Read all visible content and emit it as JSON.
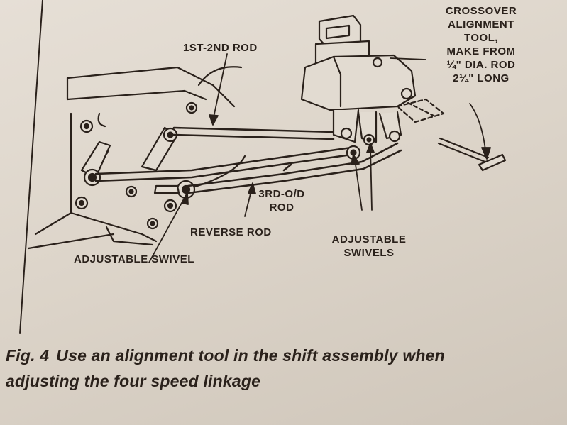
{
  "labels": {
    "rod_1_2": "1ST-2ND ROD",
    "crossover_tool": [
      "CROSSOVER",
      "ALIGNMENT",
      "TOOL,",
      "MAKE FROM",
      "¼\" DIA. ROD",
      "2¼\" LONG"
    ],
    "rod_3_od": [
      "3RD-O/D",
      "ROD"
    ],
    "reverse_rod": "REVERSE ROD",
    "adjustable_swivels": [
      "ADJUSTABLE",
      "SWIVELS"
    ],
    "adjustable_swivel": "ADJUSTABLE SWIVEL"
  },
  "caption": {
    "figure_number": "Fig. 4",
    "line1": "Use an alignment tool in the shift assembly when",
    "line2": "adjusting the four speed linkage"
  },
  "colors": {
    "ink": "#2a211b",
    "paper": "#e2dbd1"
  }
}
